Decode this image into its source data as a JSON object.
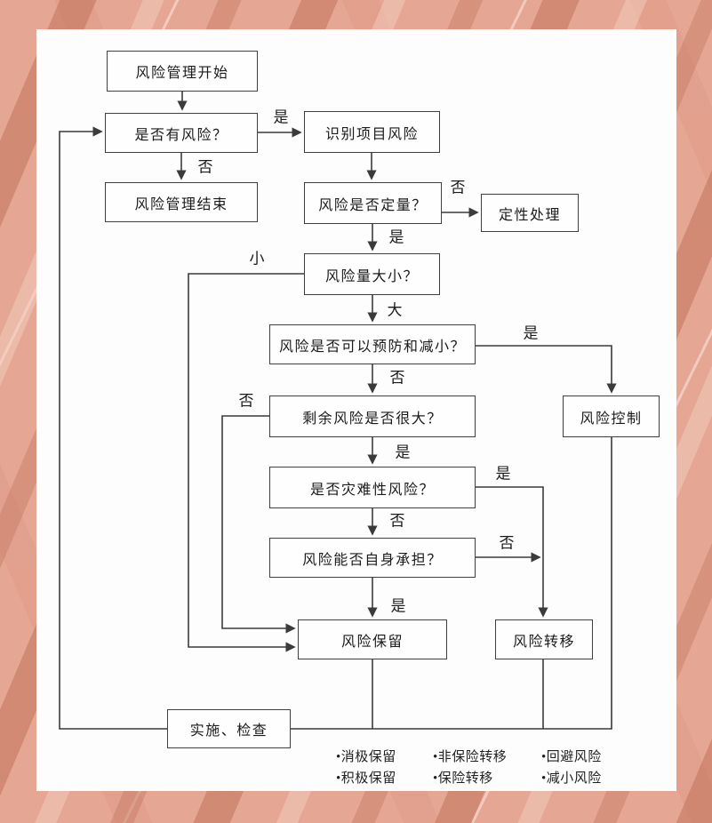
{
  "nodes": {
    "start": "风险管理开始",
    "has_risk": "是否有风险？",
    "end": "风险管理结束",
    "identify": "识别项目风险",
    "quantify": "风险是否定量？",
    "qualitative": "定性处理",
    "magnitude": "风险量大小？",
    "prevent": "风险是否可以预防和减小？",
    "control": "风险控制",
    "residual": "剩余风险是否很大？",
    "catastrophic": "是否灾难性风险？",
    "self_bear": "风险能否自身承担？",
    "retain": "风险保留",
    "transfer": "风险转移",
    "implement": "实施、检查"
  },
  "edge_labels": {
    "has_risk_yes": "是",
    "has_risk_no": "否",
    "quantify_no": "否",
    "quantify_yes": "是",
    "magnitude_small": "小",
    "magnitude_large": "大",
    "prevent_yes": "是",
    "prevent_no": "否",
    "residual_no": "否",
    "residual_yes": "是",
    "catastrophic_yes": "是",
    "catastrophic_no": "否",
    "self_bear_no": "否",
    "self_bear_yes": "是"
  },
  "legend": {
    "items": [
      "•消极保留",
      "•非保险转移",
      "•回避风险",
      "•积极保留",
      "•保险转移",
      "•减小风险"
    ]
  },
  "colors": {
    "canvas_background": "#e5a694",
    "stripe_dark": "#c1725a",
    "stripe_light": "#f4cebe",
    "page_background": "#fdfdfd",
    "line_color": "#3b3b3b",
    "text_color": "#1b1b1b"
  }
}
